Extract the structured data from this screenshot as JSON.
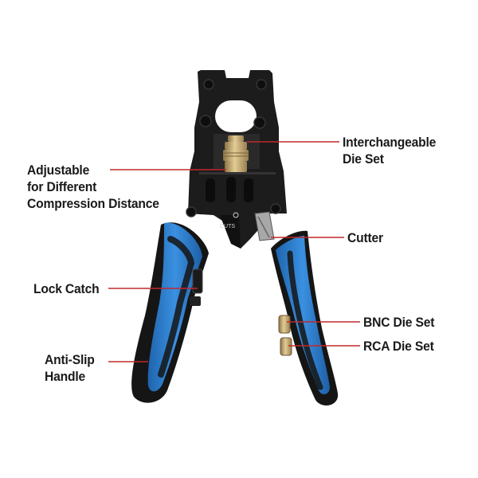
{
  "product": {
    "die_stamp": "CUTS",
    "colors": {
      "frame": "#1c1c1c",
      "grip_blue": "#2e7fd0",
      "grip_black": "#151515",
      "brass": "#c8a96a",
      "leader_line": "#c0282d"
    }
  },
  "callouts": {
    "interchangeable": {
      "line1": "Interchangeable",
      "line2": "Die Set"
    },
    "adjustable": {
      "line1": "Adjustable",
      "line2": "for Different",
      "line3": "Compression Distance"
    },
    "cutter": {
      "line1": "Cutter"
    },
    "lock_catch": {
      "line1": "Lock Catch"
    },
    "bnc": {
      "line1": "BNC Die Set"
    },
    "rca": {
      "line1": "RCA Die Set"
    },
    "anti_slip": {
      "line1": "Anti-Slip",
      "line2": "Handle"
    }
  }
}
